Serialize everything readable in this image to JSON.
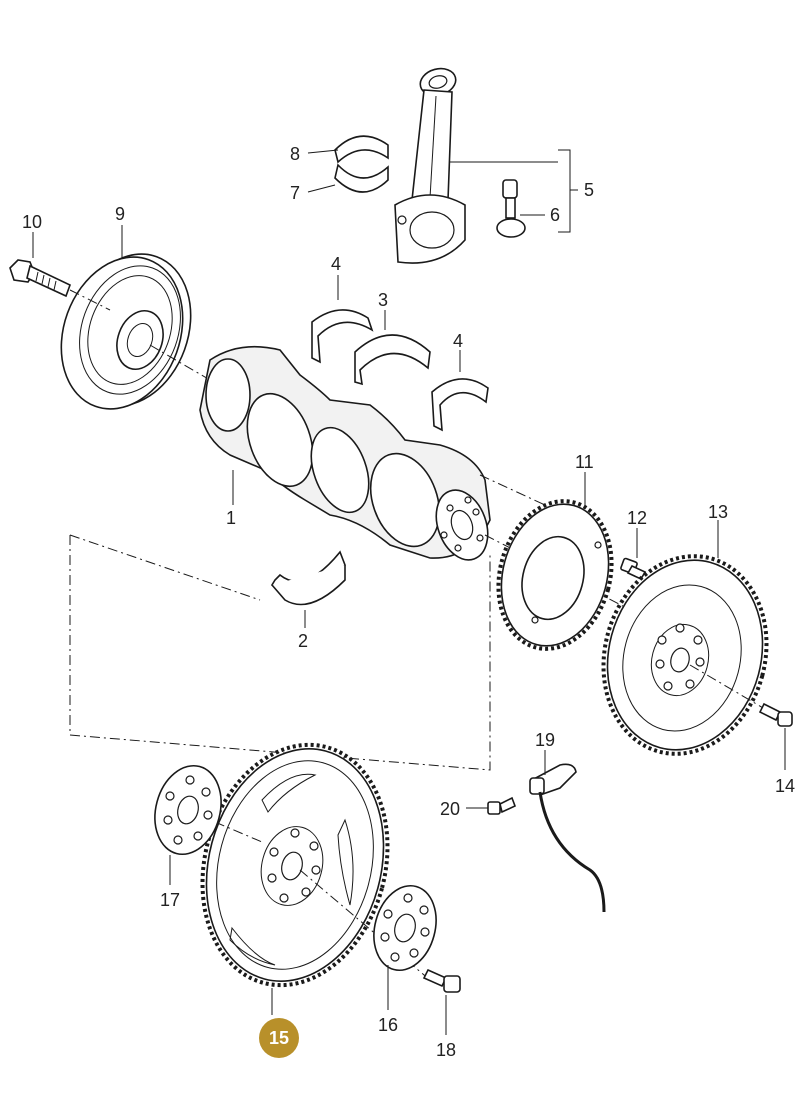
{
  "diagram": {
    "callouts": [
      {
        "id": "1",
        "label": "1"
      },
      {
        "id": "2",
        "label": "2"
      },
      {
        "id": "3",
        "label": "3"
      },
      {
        "id": "4a",
        "label": "4"
      },
      {
        "id": "4b",
        "label": "4"
      },
      {
        "id": "5",
        "label": "5"
      },
      {
        "id": "6",
        "label": "6"
      },
      {
        "id": "7",
        "label": "7"
      },
      {
        "id": "8",
        "label": "8"
      },
      {
        "id": "9",
        "label": "9"
      },
      {
        "id": "10",
        "label": "10"
      },
      {
        "id": "11",
        "label": "11"
      },
      {
        "id": "12",
        "label": "12"
      },
      {
        "id": "13",
        "label": "13"
      },
      {
        "id": "14",
        "label": "14"
      },
      {
        "id": "15",
        "label": "15"
      },
      {
        "id": "16",
        "label": "16"
      },
      {
        "id": "17",
        "label": "17"
      },
      {
        "id": "18",
        "label": "18"
      },
      {
        "id": "19",
        "label": "19"
      },
      {
        "id": "20",
        "label": "20"
      }
    ],
    "highlighted_callout": "15",
    "colors": {
      "line": "#1a1a1a",
      "highlight": "#b8902a",
      "background": "#ffffff"
    }
  }
}
